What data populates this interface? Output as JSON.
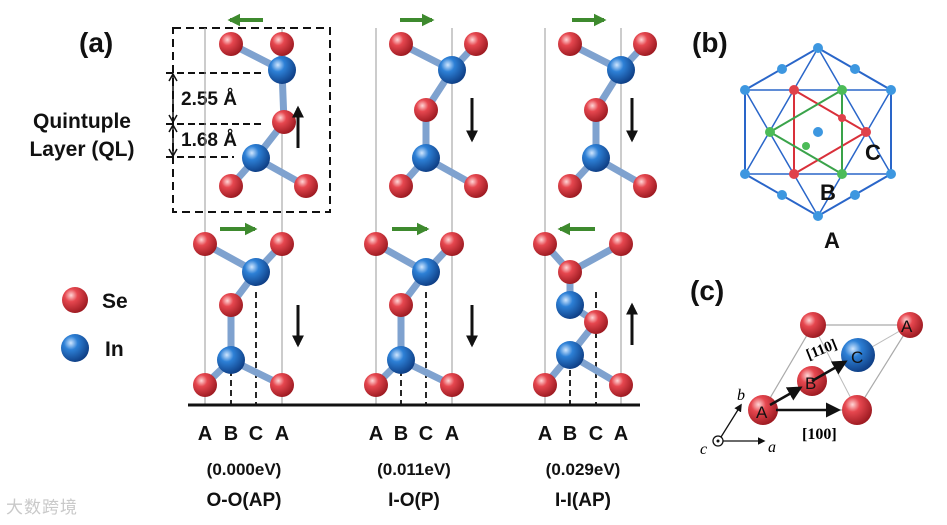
{
  "panels": {
    "a": "(a)",
    "b": "(b)",
    "c": "(c)"
  },
  "ql_label_line1": "Quintuple",
  "ql_label_line2": "Layer (QL)",
  "distances": {
    "upper": "2.55 Å",
    "lower": "1.68 Å"
  },
  "legend": [
    {
      "label": "Se",
      "color": "#d9303a"
    },
    {
      "label": "In",
      "color": "#1f6fc4"
    }
  ],
  "stack_axis_labels": [
    "A",
    "B",
    "C",
    "A"
  ],
  "configurations": [
    {
      "energy": "(0.000eV)",
      "name": "O-O(AP)"
    },
    {
      "energy": "(0.011eV)",
      "name": "I-O(P)"
    },
    {
      "energy": "(0.029eV)",
      "name": "I-I(AP)"
    }
  ],
  "hex_site_labels": {
    "a": "A",
    "b": "B",
    "c": "C"
  },
  "lattice": {
    "site_a1": "A",
    "site_b": "B",
    "site_c": "C",
    "site_a2": "A",
    "dir_110": "[110]",
    "dir_100": "[100]",
    "axis_a": "a",
    "axis_b": "b",
    "axis_c": "c"
  },
  "watermark": "大数跨境",
  "colors": {
    "se_atom": "#d9303a",
    "in_atom": "#1f6fc4",
    "polarization_arrow": "#3e8a2e",
    "hex_blue": "#2a66c9",
    "hex_red": "#d9303a",
    "hex_green": "#3aa34a"
  }
}
